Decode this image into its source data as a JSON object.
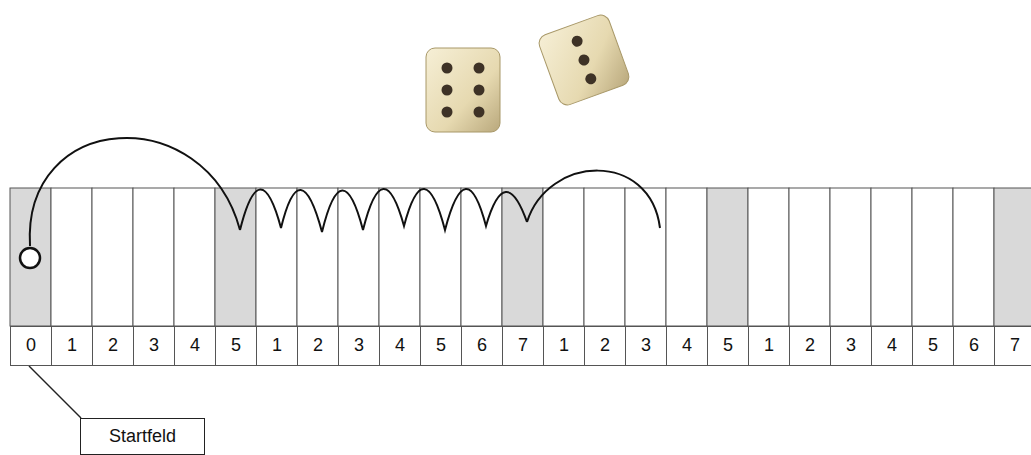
{
  "diagram": {
    "nodes": [
      {
        "text": [
          "0"
        ]
      },
      {
        "text": [
          "1"
        ]
      },
      {
        "text": [
          "2"
        ]
      },
      {
        "text": [
          "3"
        ]
      },
      {
        "text": [
          "4"
        ]
      },
      {
        "text": [
          "5"
        ]
      },
      {
        "text": [
          "1"
        ]
      },
      {
        "text": [
          "2"
        ]
      },
      {
        "text": [
          "3"
        ]
      },
      {
        "text": [
          "4"
        ]
      },
      {
        "text": [
          "5"
        ]
      },
      {
        "text": [
          "6"
        ]
      },
      {
        "text": [
          "7"
        ]
      },
      {
        "text": [
          "1"
        ]
      },
      {
        "text": [
          "2"
        ]
      },
      {
        "text": [
          "3"
        ]
      },
      {
        "text": [
          "4"
        ]
      },
      {
        "text": [
          "5"
        ]
      },
      {
        "text": [
          "1"
        ]
      },
      {
        "text": [
          "2"
        ]
      },
      {
        "text": [
          "3"
        ]
      },
      {
        "text": [
          "4"
        ]
      },
      {
        "text": [
          "5"
        ]
      },
      {
        "text": [
          "6"
        ]
      },
      {
        "text": [
          "7"
        ]
      },
      {
        "text": [
          "Startfeld"
        ]
      }
    ],
    "edges": [
      {
        "from": 25,
        "to": 0,
        "arrow": "none"
      }
    ]
  }
}
